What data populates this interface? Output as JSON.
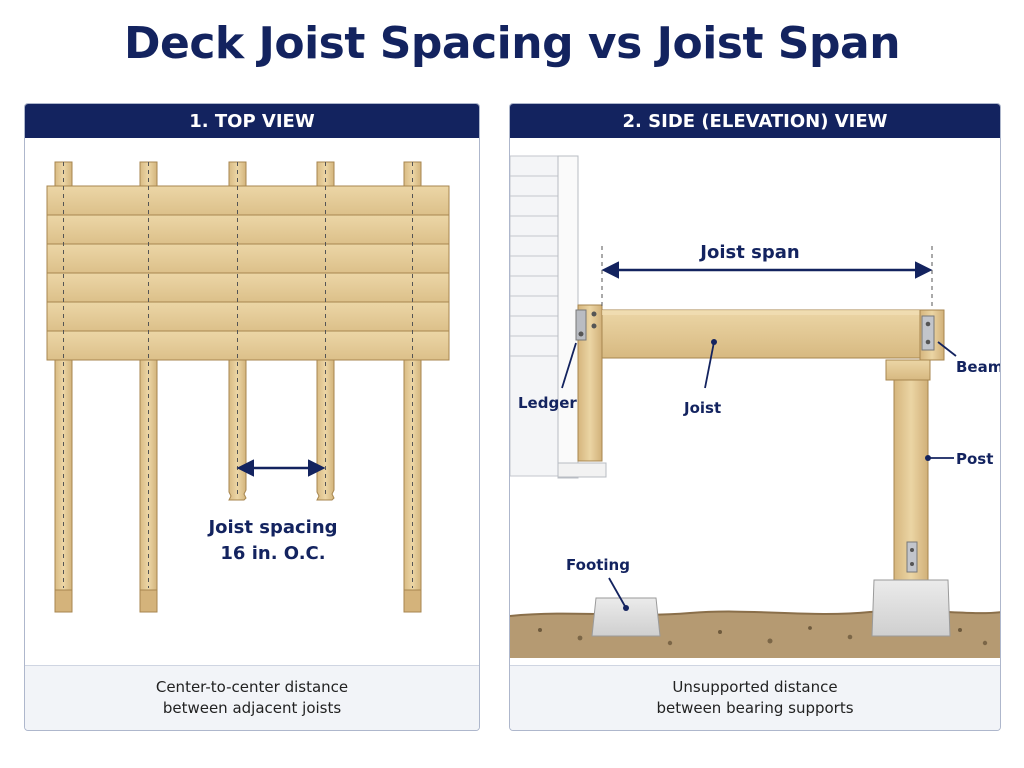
{
  "title": "Deck Joist Spacing vs Joist Span",
  "top_view": {
    "header": "1. TOP VIEW",
    "spacing_label_line1": "Joist spacing",
    "spacing_label_line2": "16 in. O.C.",
    "caption_line1": "Center-to-center distance",
    "caption_line2": "between adjacent joists"
  },
  "side_view": {
    "header": "2. SIDE (ELEVATION) VIEW",
    "span_label": "Joist span",
    "labels": {
      "ledger": "Ledger",
      "joist": "Joist",
      "beam": "Beam",
      "post": "Post",
      "footing": "Footing"
    },
    "caption_line1": "Unsupported distance",
    "caption_line2": "between bearing supports"
  },
  "colors": {
    "navy": "#13235f",
    "wood": "#e5cc98",
    "wood_dark": "#b3915a",
    "concrete": "#dedede",
    "soil": "#a68a63"
  }
}
